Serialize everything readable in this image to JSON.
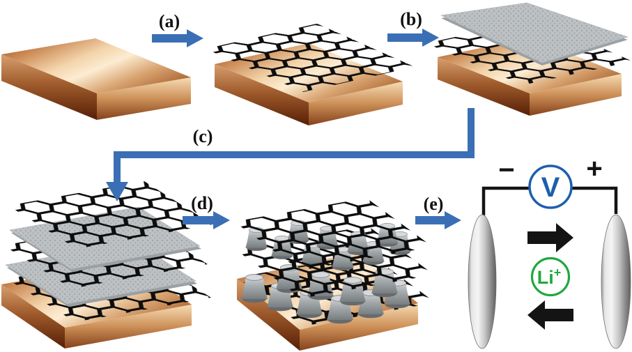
{
  "figure": {
    "steps": [
      {
        "id": "a",
        "label": "(a)"
      },
      {
        "id": "b",
        "label": "(b)"
      },
      {
        "id": "c",
        "label": "(c)"
      },
      {
        "id": "d",
        "label": "(d)"
      },
      {
        "id": "e",
        "label": "(e)"
      }
    ],
    "cell": {
      "minus_label": "−",
      "plus_label": "+",
      "voltmeter_label": "V",
      "ion_label": "Li",
      "ion_charge": "+"
    },
    "colors": {
      "arrow_blue": "#3a6fb5",
      "meter_blue": "#1d5fae",
      "ion_green": "#1fa83d",
      "wire_black": "#141414",
      "lattice_black": "#0d0d0d",
      "sheet_gray": "#bdc1c4",
      "copper_light": "#f8e7cb",
      "copper_dark": "#7c3a16",
      "electrode_gray": "#c8c8c8"
    }
  }
}
